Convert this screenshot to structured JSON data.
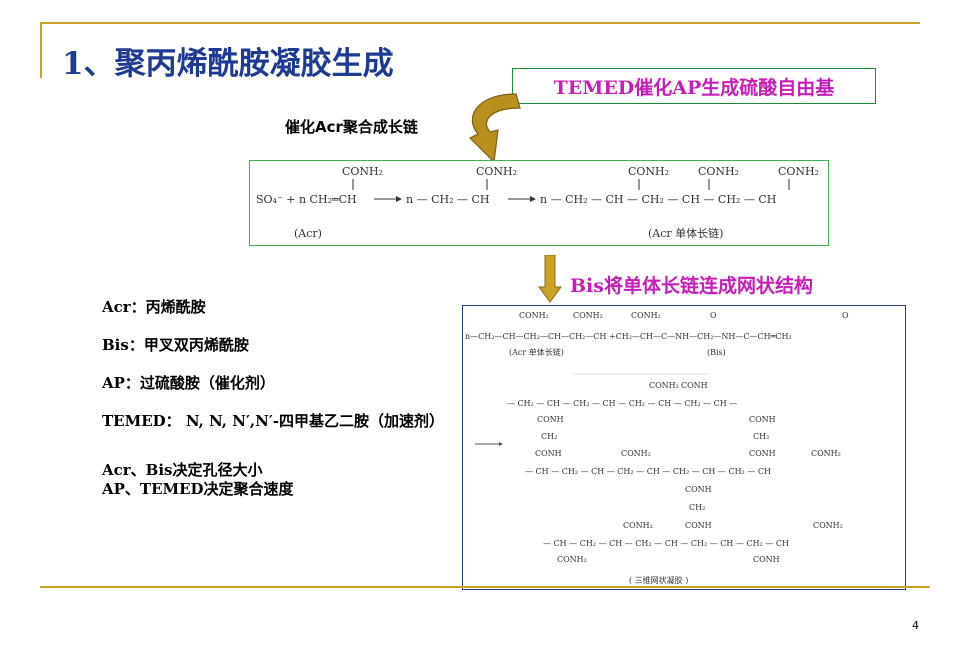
{
  "title": "1、聚丙烯酰胺凝胶生成",
  "callout": "TEMED催化AP生成硫酸自由基",
  "catalysis_caption": "催化Acr聚合成长链",
  "bis_caption": "Bis将单体长链连成网状结构",
  "reaction": {
    "group": "CONH₂",
    "reactant": "SO₄⁻ + n CH₂═CH",
    "intermediate": "n — CH₂ — CH",
    "product": "n — CH₂ — CH — CH₂ — CH — CH₂ — CH",
    "label_acr": "(Acr)",
    "label_chain": "(Acr 单体长链)"
  },
  "definitions": [
    "Acr：丙烯酰胺",
    "Bis：甲叉双丙烯酰胺",
    "AP：过硫酸胺（催化剂）",
    "TEMED： N, N, N′,N′-四甲基乙二胺（加速剂）"
  ],
  "summary": [
    "Acr、Bis决定孔径大小",
    "AP、TEMED决定聚合速度"
  ],
  "network": {
    "chain_label": "(Acr 单体长链)",
    "bis_label": "(Bis)",
    "gel_label": "( 三维网状凝胶 )",
    "top_chain": "n—CH₂—CH—CH₂—CH—CH₂—CH +CH₂—CH—C—NH—CH₂—NH—C—CH═CH₂",
    "row1": "— CH₂ — CH — CH₂ — CH — CH₂ — CH — CH₂ — CH —",
    "row2": "— CH — CH₂ — CH — CH₂ — CH — CH₂ — CH — CH₂ — CH",
    "row3": "— CH — CH₂ — CH — CH₂ — CH — CH₂ — CH — CH₂ — CH",
    "conh2": "CONH₂",
    "conh": "CONH",
    "ch2": "CH₂",
    "o": "O"
  },
  "page_number": "4",
  "colors": {
    "title": "#1f3a93",
    "callout": "#c51fb7",
    "rule": "#c9a227",
    "arrow": "#c9a227"
  }
}
